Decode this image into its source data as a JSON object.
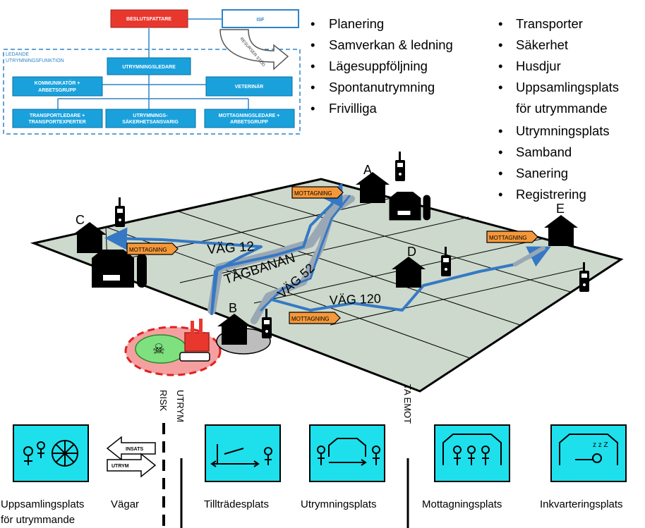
{
  "org": {
    "beslutsfattare": "BESLUTSFATTARE",
    "isf": "ISF",
    "resurser_stod": "RESURSER STÖD",
    "ledande_line1": "LEDANDE",
    "ledande_line2": "UTRYMNINGSFUNKTION",
    "utrymningsledare": "UTRYMNINGSLEDARE",
    "kommunikator_1": "KOMMUNIKATÖR +",
    "kommunikator_2": "ARBETSGRUPP",
    "veterinar": "VETERINÄR",
    "transportledare_1": "TRANSPORTLEDARE +",
    "transportledare_2": "TRANSPORTEXPERTER",
    "sakerhet_1": "UTRYMNINGS-",
    "sakerhet_2": "SÄKERHETSANSVARIG",
    "mottagning_1": "MOTTAGNINGSLEDARE +",
    "mottagning_2": "ARBETSGRUPP"
  },
  "list_left": [
    "Planering",
    "Samverkan & ledning",
    "Lägesuppföljning",
    "Spontanutrymning",
    "Frivilliga"
  ],
  "list_right": [
    "Transporter",
    "Säkerhet",
    "Husdjur",
    "Uppsamlingsplats",
    "för utrymmande",
    "Utrymningsplats",
    "Samband",
    "Sanering",
    "Registrering"
  ],
  "map": {
    "label_a": "A",
    "label_b": "B",
    "label_c": "C",
    "label_d": "D",
    "label_e": "E",
    "mottagning": "MOTTAGNING",
    "vag12": "VÄG 12",
    "tagbanan": "TÅGBANAN",
    "vag52": "VÄG 52",
    "vag120": "VÄG 120"
  },
  "zones": {
    "risk": "RISK",
    "utrym": "UTRYM",
    "ta_emot": "TA EMOT"
  },
  "arrows": {
    "insats": "INSATS",
    "utrym": "UTRYM"
  },
  "bottom_labels": {
    "uppsamling_1": "Uppsamlingsplats",
    "uppsamling_2": "för utrymmande",
    "vagar": "Vägar",
    "tilltrade": "Tillträdesplats",
    "utrymning": "Utrymningsplats",
    "mottagning": "Mottagningsplats",
    "inkvartering": "Inkvarteringsplats"
  },
  "colors": {
    "org_blue": "#1aa1dc",
    "decision_red": "#e8382e",
    "map_fill": "#ccd9cc",
    "road_blue": "#3579c4",
    "orange": "#f5983a",
    "icon_cyan": "#1de0ec"
  }
}
